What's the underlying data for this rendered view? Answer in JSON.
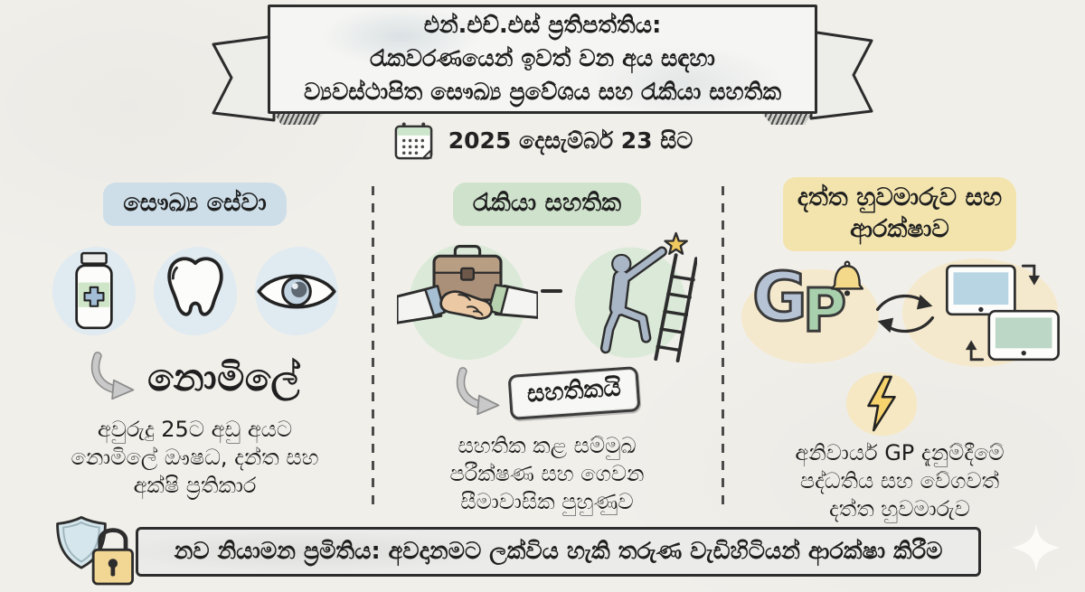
{
  "ribbon": {
    "lines": [
      "එන්.එච්.එස් ප්‍රතිපත්තිය:",
      "රැකවරණයෙන් ඉවත් වන අය සඳහා",
      "ව්‍යවස්ථාපිත සෞඛ්‍ය ප්‍රවේශය සහ රැකියා සහතික"
    ]
  },
  "date_row": {
    "icon": "calendar-icon",
    "label": "2025 දෙසැම්බර් 23 සිට"
  },
  "columns": [
    {
      "header": "සෞඛ්‍ය සේවා",
      "icons": [
        "medicine-bottle-icon",
        "tooth-icon",
        "eye-icon"
      ],
      "arrow_icon": "curved-arrow-icon",
      "callout": "නොමිලේ",
      "description_lines": [
        "අවුරුදු 25ට අඩු අයට",
        "නොමිලේ ඖෂධ, දන්ත සහ",
        "අක්ෂි ප්‍රතිකාර"
      ]
    },
    {
      "header": "රැකියා සහතික",
      "icons": [
        "handshake-briefcase-icon",
        "career-ladder-icon"
      ],
      "arrow_icon": "curved-arrow-icon",
      "stamp": "සහතිකයි",
      "description_lines": [
        "සහතික කළ සම්මුඛ",
        "පරීක්ෂණ සහ ගෙවන",
        "සීමාවාසික පුහුණුව"
      ]
    },
    {
      "header_lines": [
        "දත්ත හුවමාරුව සහ",
        "ආරක්ෂාව"
      ],
      "gp": {
        "g": "G",
        "p": "P"
      },
      "icons": [
        "gp-letters",
        "bell-icon",
        "sync-arrows-icon",
        "devices-icon",
        "lightning-icon"
      ],
      "description_lines": [
        "අනිවාර්ය GP දැනුම්දීමේ",
        "පද්ධතිය සහ වේගවත්",
        "දත්ත හුවමාරුව"
      ]
    }
  ],
  "footer": {
    "icon": "shield-lock-icon",
    "text": "නව නියාමන ප්‍රමිතිය: අවදානමට ලක්විය හැකි තරුණ වැඩිහිටියන් ආරක්ෂා කිරීම"
  },
  "colors": {
    "background": "#f1efea",
    "highlight_blue": "#cddee9",
    "highlight_green": "#cfe3cc",
    "highlight_yellow": "#f3e4ae",
    "blob_blue": "#dfeaf1",
    "blob_green": "#dbead8",
    "blob_yellow": "#f5e9cd",
    "gp_g": "#b5c3d5",
    "gp_p": "#a9d0ad",
    "star_gold": "#efc95f",
    "ink": "#2d2d2d"
  }
}
